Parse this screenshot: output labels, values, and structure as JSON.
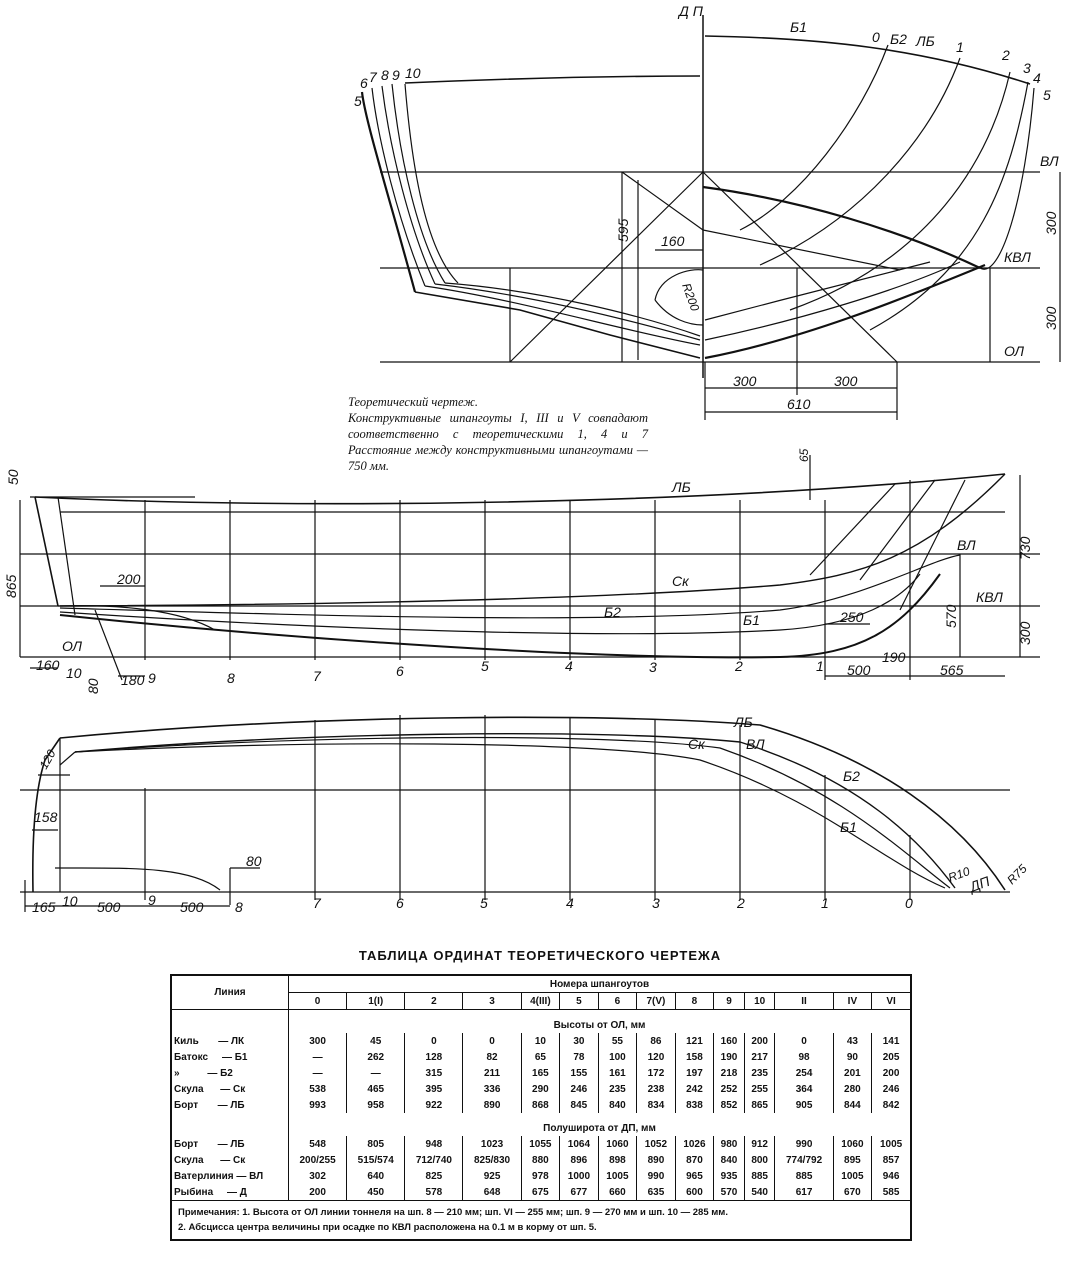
{
  "drawing": {
    "body_plan": {
      "labels": {
        "centerline": "Д П",
        "waterline": "ВЛ",
        "design_waterline": "КВЛ",
        "baseline": "ОЛ",
        "b1": "Б1",
        "b2": "Б2",
        "lb": "ЛБ",
        "frames_fwd": [
          "0",
          "1",
          "2",
          "3",
          "4",
          "5"
        ],
        "frames_aft": [
          "6",
          "7",
          "8",
          "9",
          "10"
        ],
        "frame5_left": "5"
      },
      "dims": {
        "h595": "595",
        "w160": "160",
        "r200": "R200",
        "v300a": "300",
        "v300b": "300",
        "h300a": "300",
        "h300b": "300",
        "h610": "610"
      }
    },
    "caption": {
      "title": "Теоретический чертеж.",
      "body": "Конструктивные шпангоуты I, III и V совпадают соответственно с теоретическими 1, 4 и 7  Расстояние между конструктивными шпангоутами — 750 мм."
    },
    "profile": {
      "labels": {
        "lb": "ЛБ",
        "sk": "Ск",
        "b2": "Б2",
        "b1": "Б1",
        "vl": "ВЛ",
        "kvl": "КВЛ",
        "ol": "ОЛ"
      },
      "stations": [
        "10",
        "9",
        "8",
        "7",
        "6",
        "5",
        "4",
        "3",
        "2",
        "1"
      ],
      "dims": {
        "d50": "50",
        "d865": "865",
        "d200": "200",
        "d160": "160",
        "d80": "80",
        "d180": "180",
        "d65": "65",
        "d730": "730",
        "d570": "570",
        "d300": "300",
        "d250": "250",
        "d190": "190",
        "d500": "500",
        "d565": "565"
      }
    },
    "plan": {
      "labels": {
        "lb": "ЛБ",
        "vl": "ВЛ",
        "sk": "Ск",
        "b2": "Б2",
        "b1": "Б1",
        "r10": "R10",
        "dp": "ДП",
        "r75": "R75"
      },
      "stations": [
        "10",
        "9",
        "8",
        "7",
        "6",
        "5",
        "4",
        "3",
        "2",
        "1",
        "0"
      ],
      "dims": {
        "d120": "120",
        "d158": "158",
        "d80": "80",
        "d165": "165",
        "d500a": "500",
        "d500b": "500"
      }
    }
  },
  "table": {
    "title": "ТАБЛИЦА ОРДИНАТ ТЕОРЕТИЧЕСКОГО ЧЕРТЕЖА",
    "line_header": "Линия",
    "frames_header": "Номера шпангоутов",
    "columns": [
      "0",
      "1(I)",
      "2",
      "3",
      "4(III)",
      "5",
      "6",
      "7(V)",
      "8",
      "9",
      "10",
      "II",
      "IV",
      "VI"
    ],
    "heights_title": "Высоты от ОЛ, мм",
    "heights": [
      {
        "name": "Киль       — ЛК",
        "values": [
          "300",
          "45",
          "0",
          "0",
          "10",
          "30",
          "55",
          "86",
          "121",
          "160",
          "200",
          "0",
          "43",
          "141"
        ]
      },
      {
        "name": "Батокс     — Б1",
        "values": [
          "—",
          "262",
          "128",
          "82",
          "65",
          "78",
          "100",
          "120",
          "158",
          "190",
          "217",
          "98",
          "90",
          "205"
        ]
      },
      {
        "name": "»          — Б2",
        "values": [
          "—",
          "—",
          "315",
          "211",
          "165",
          "155",
          "161",
          "172",
          "197",
          "218",
          "235",
          "254",
          "201",
          "200"
        ]
      },
      {
        "name": "Скула      — Ск",
        "values": [
          "538",
          "465",
          "395",
          "336",
          "290",
          "246",
          "235",
          "238",
          "242",
          "252",
          "255",
          "364",
          "280",
          "246"
        ]
      },
      {
        "name": "Борт       — ЛБ",
        "values": [
          "993",
          "958",
          "922",
          "890",
          "868",
          "845",
          "840",
          "834",
          "838",
          "852",
          "865",
          "905",
          "844",
          "842"
        ]
      }
    ],
    "halfbreadths_title": "Полуширота от ДП, мм",
    "halfbreadths": [
      {
        "name": "Борт       — ЛБ",
        "values": [
          "548",
          "805",
          "948",
          "1023",
          "1055",
          "1064",
          "1060",
          "1052",
          "1026",
          "980",
          "912",
          "990",
          "1060",
          "1005"
        ]
      },
      {
        "name": "Скула      — Ск",
        "values": [
          "200/255",
          "515/574",
          "712/740",
          "825/830",
          "880",
          "896",
          "898",
          "890",
          "870",
          "840",
          "800",
          "774/792",
          "895",
          "857"
        ]
      },
      {
        "name": "Ватерлиния — ВЛ",
        "values": [
          "302",
          "640",
          "825",
          "925",
          "978",
          "1000",
          "1005",
          "990",
          "965",
          "935",
          "885",
          "885",
          "1005",
          "946"
        ]
      },
      {
        "name": "Рыбина     — Д",
        "values": [
          "200",
          "450",
          "578",
          "648",
          "675",
          "677",
          "660",
          "635",
          "600",
          "570",
          "540",
          "617",
          "670",
          "585"
        ]
      }
    ],
    "notes": {
      "line1": "Примечания: 1. Высота от ОЛ линии тоннеля на шп. 8 — 210 мм; шп. VI — 255 мм; шп. 9 — 270 мм и шп. 10 — 285 мм.",
      "line2": "2. Абсцисса центра величины при осадке по КВЛ расположена на 0.1 м в корму от шп. 5."
    }
  }
}
